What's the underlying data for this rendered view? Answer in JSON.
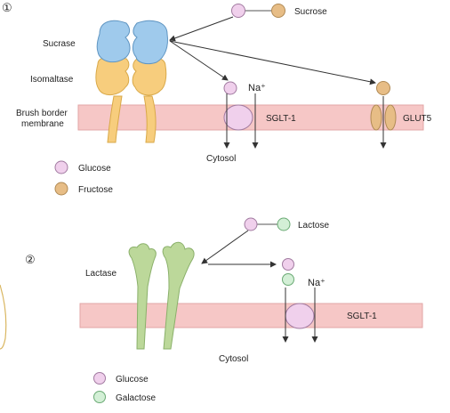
{
  "panel1": {
    "number": "①",
    "sucrose_label": "Sucrose",
    "sucrase_label": "Sucrase",
    "isomaltase_label": "Isomaltase",
    "membrane_label_line1": "Brush border",
    "membrane_label_line2": "membrane",
    "na_label": "Na⁺",
    "sglt_label": "SGLT-1",
    "glut5_label": "GLUT5",
    "cytosol_label": "Cytosol",
    "legend": [
      {
        "label": "Glucose",
        "color": "#f0d0ec"
      },
      {
        "label": "Fructose",
        "color": "#e7bd86"
      }
    ]
  },
  "panel2": {
    "number": "②",
    "lactose_label": "Lactose",
    "lactase_label": "Lactase",
    "na_label": "Na⁺",
    "sglt_label": "SGLT-1",
    "cytosol_label": "Cytosol",
    "legend": [
      {
        "label": "Glucose",
        "color": "#f0d0ec"
      },
      {
        "label": "Galactose",
        "color": "#d3efd6"
      }
    ]
  },
  "colors": {
    "membrane": "#f6c7c6",
    "glucose": "#f0d0ec",
    "fructose": "#e7bd86",
    "galactose": "#d3efd6",
    "sucrase": "#9fcaec",
    "isomaltase": "#f7cd7d",
    "lactase": "#bcd89a"
  }
}
